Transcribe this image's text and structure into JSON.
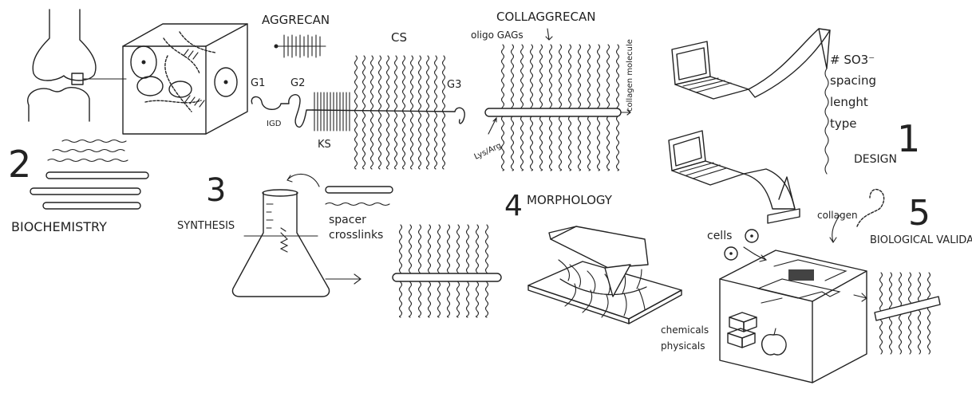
{
  "labels": {
    "aggrecan": "AGGRECAN",
    "cs": "CS",
    "g1": "G1",
    "g2": "G2",
    "g3": "G3",
    "igd": "IGD",
    "ks": "KS",
    "collaggrecan": "COLLAGGRECAN",
    "oligo_gags": "oligo GAGs",
    "collagen_molecule": "collagen molecule",
    "lys_arg": "Lys/Arg",
    "so3": "# SO3⁻",
    "spacing": "spacing",
    "lenght": "lenght",
    "type": "type",
    "design": "DESIGN",
    "biochemistry": "BIOCHEMISTRY",
    "synthesis": "SYNTHESIS",
    "spacer": "spacer",
    "crosslinks": "crosslinks",
    "morphology": "MORPHOLOGY",
    "collagen": "collagen",
    "cells": "cells",
    "biological_validation": "BIOLOGICAL VALIDATION",
    "chemicals": "chemicals",
    "physicals": "physicals"
  },
  "steps": {
    "n1": "1",
    "n2": "2",
    "n3": "3",
    "n4": "4",
    "n5": "5"
  }
}
